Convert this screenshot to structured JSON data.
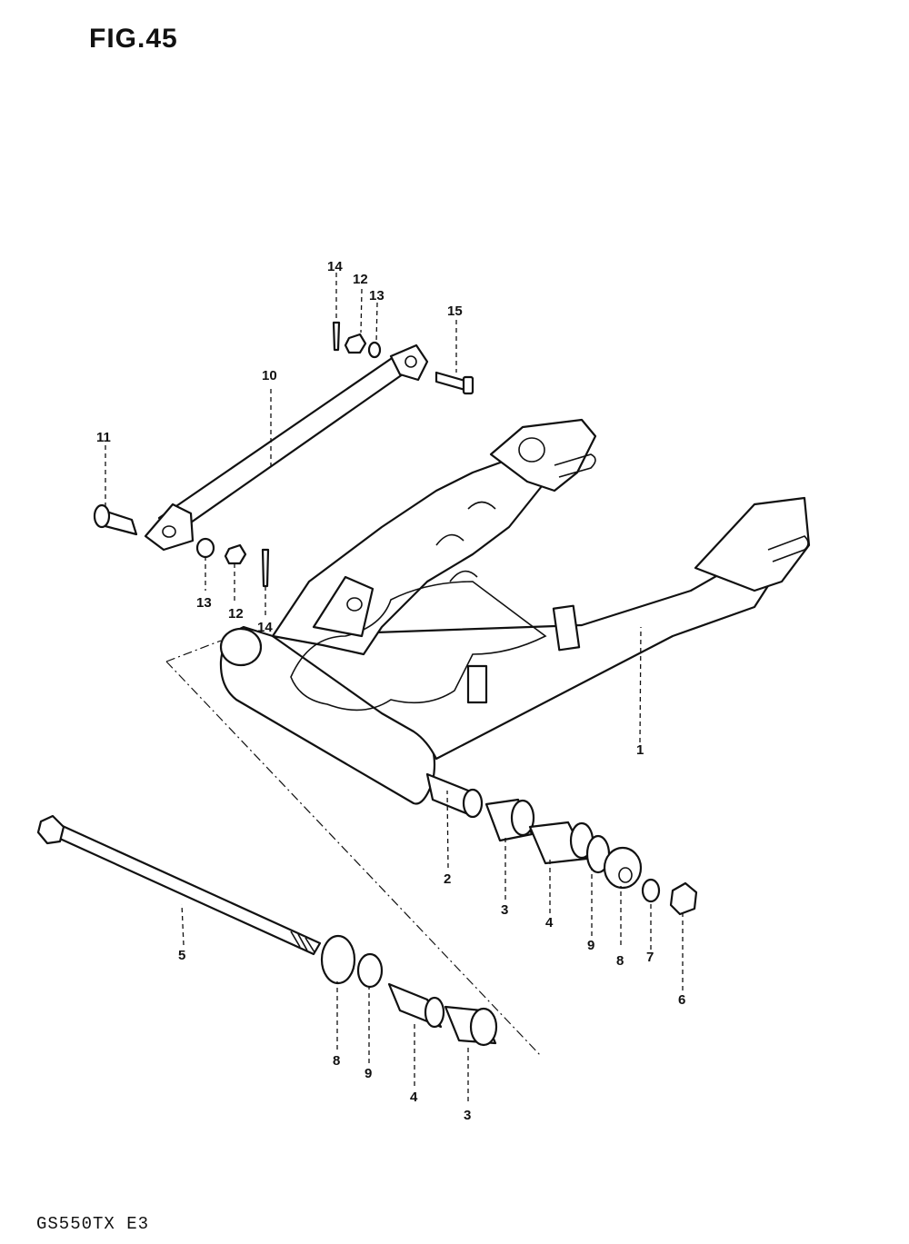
{
  "figure": {
    "title": "FIG.45",
    "model_code": "GS550TX E3"
  },
  "callouts": {
    "c1": "1",
    "c2": "2",
    "c3a": "3",
    "c3b": "3",
    "c4a": "4",
    "c4b": "4",
    "c5": "5",
    "c6": "6",
    "c7": "7",
    "c8a": "8",
    "c8b": "8",
    "c9a": "9",
    "c9b": "9",
    "c10": "10",
    "c11": "11",
    "c12a": "12",
    "c12b": "12",
    "c13a": "13",
    "c13b": "13",
    "c14a": "14",
    "c14b": "14",
    "c15": "15"
  }
}
